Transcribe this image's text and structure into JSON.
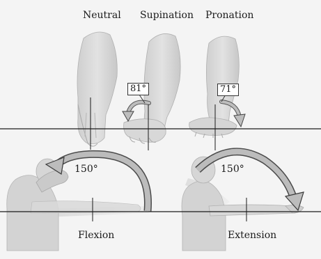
{
  "labels": {
    "neutral": "Neutral",
    "supination": "Supination",
    "pronation": "Pronation",
    "supination_angle": "81°",
    "pronation_angle": "71°",
    "flexion_angle": "150°",
    "extension_angle": "150°",
    "flexion": "Flexion",
    "extension": "Extension"
  },
  "colors": {
    "background": "#f4f4f4",
    "skin": "#d9d9d9",
    "skin_shadow": "#c4c4c4",
    "arrow_fill": "#b8b8b8",
    "line": "#1a1a1a"
  }
}
